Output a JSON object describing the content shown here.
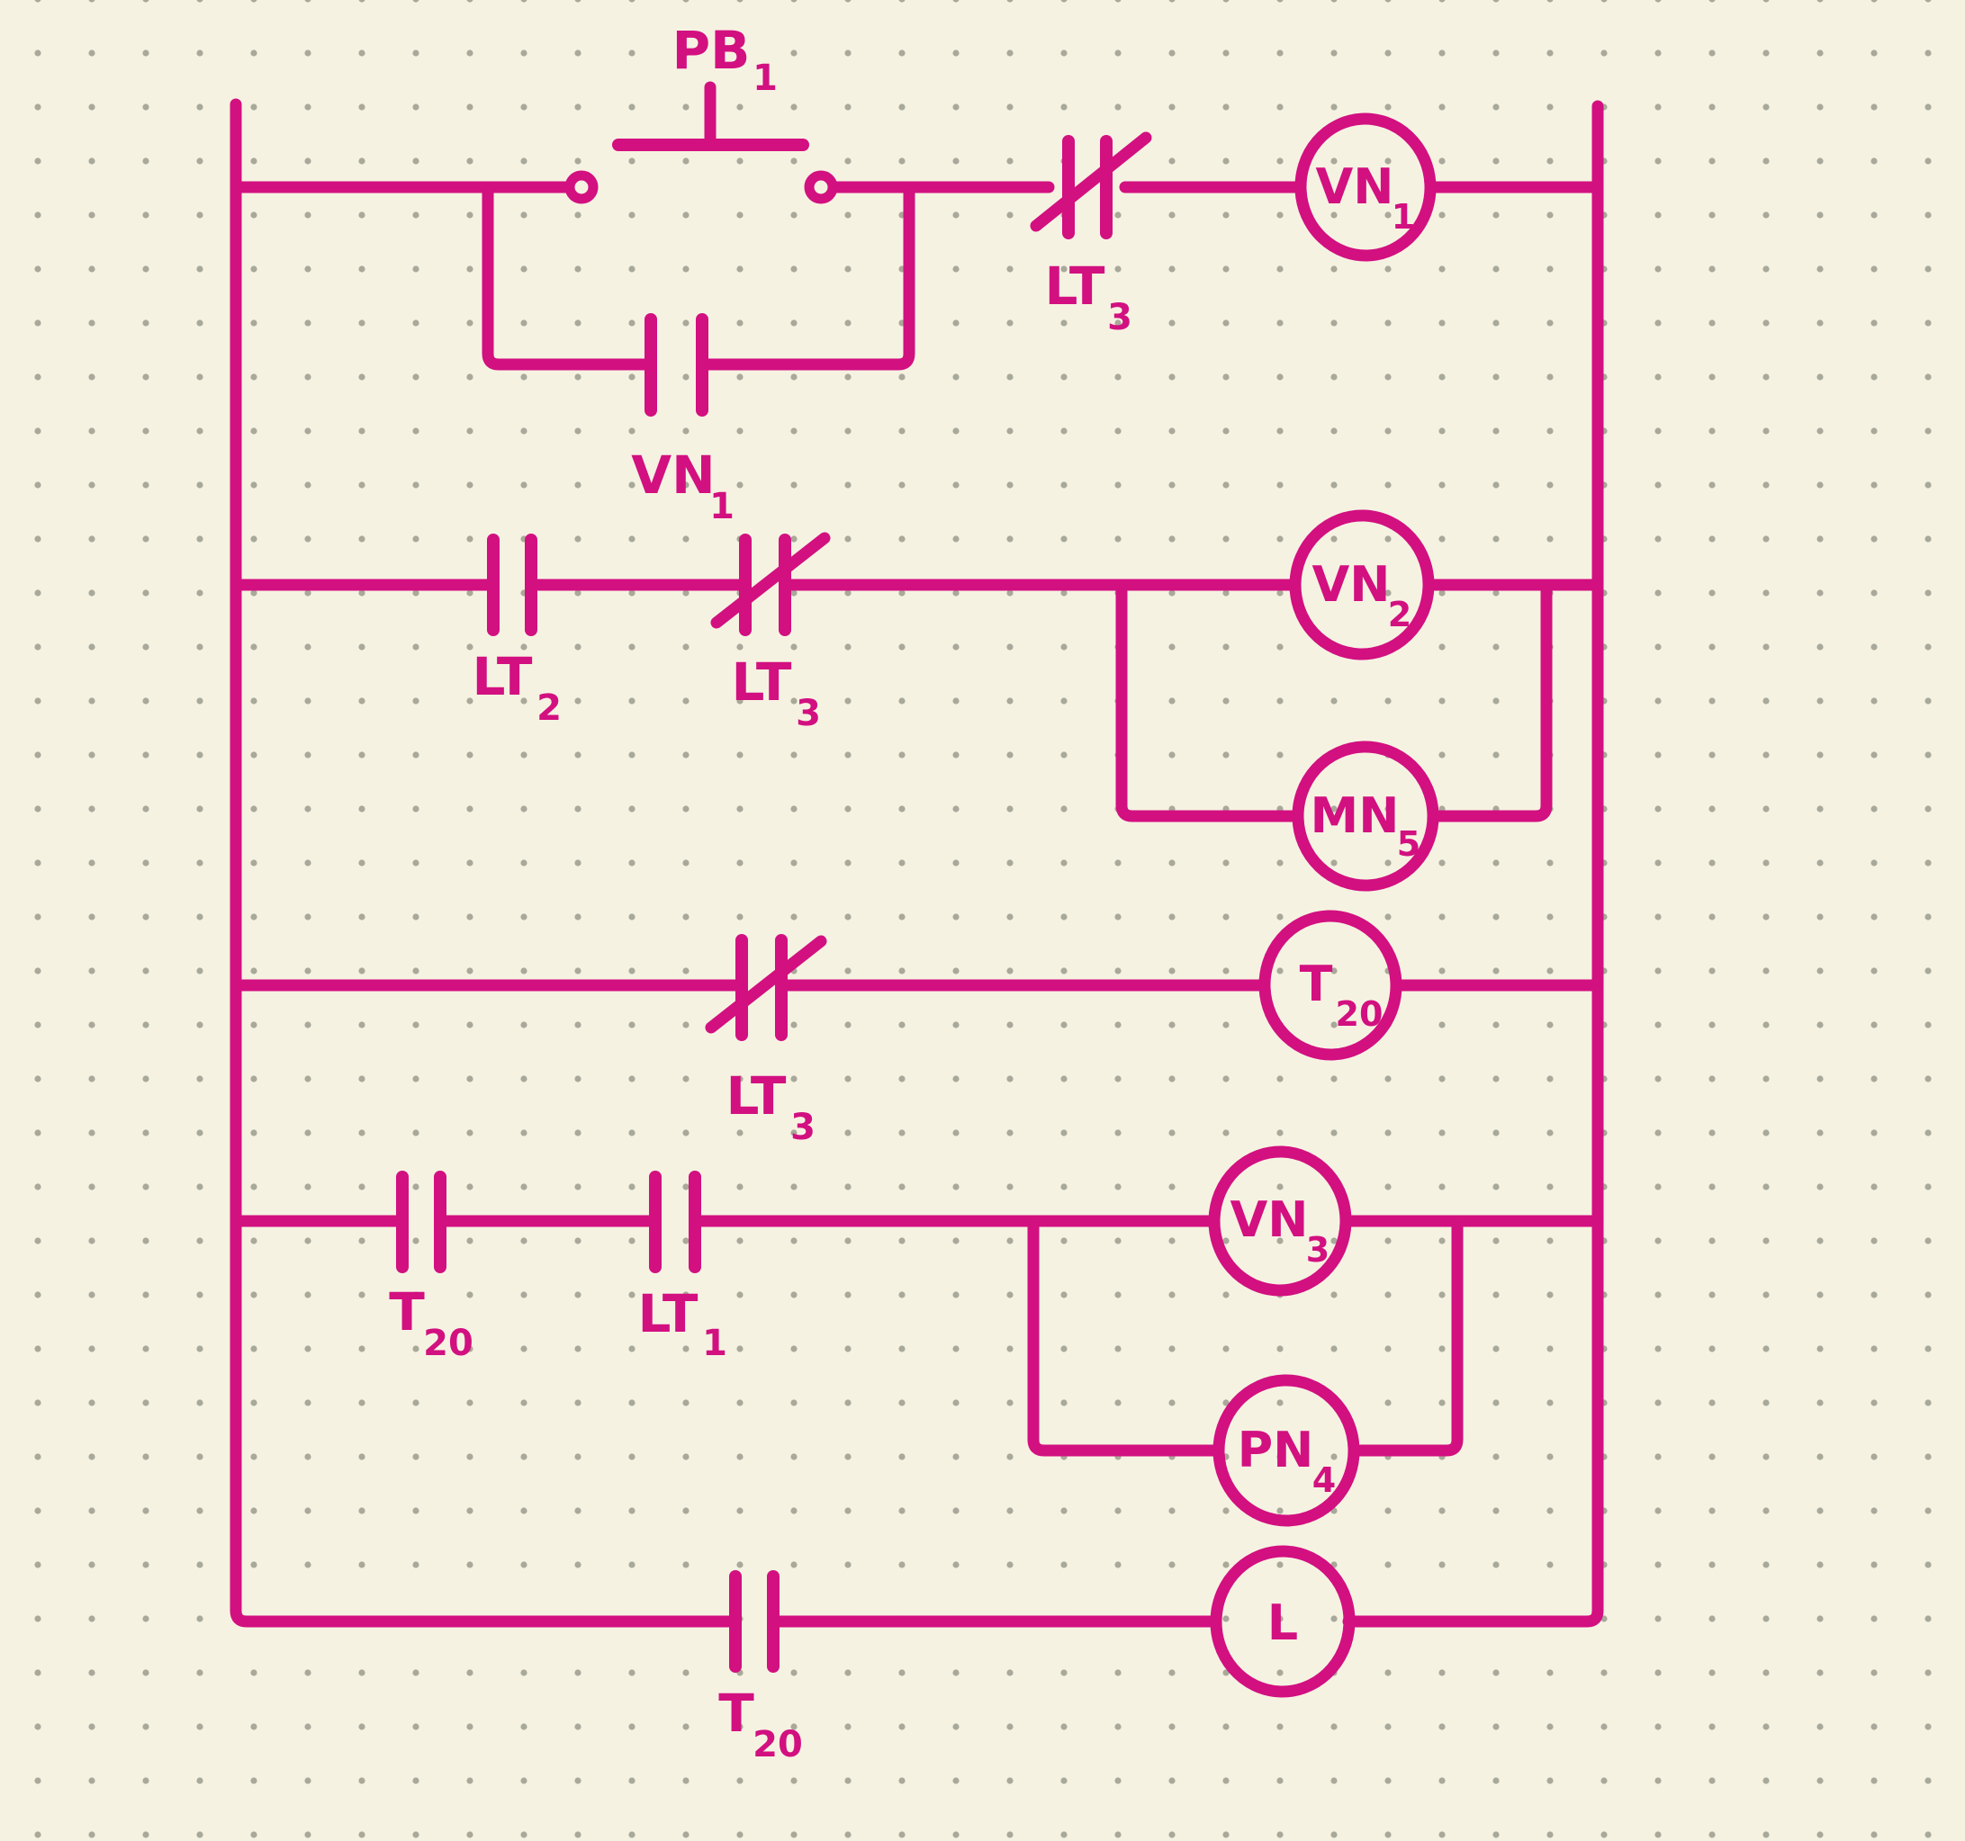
{
  "diagram": {
    "type": "ladder-logic-diagram",
    "style": "hand-drawn",
    "colors": {
      "background": "#f6f2e2",
      "grid_dot": "#a9a99b",
      "ink": "#d21080"
    },
    "rungs": [
      {
        "elements": [
          {
            "kind": "pushbutton-no-momentary",
            "name": "PB1",
            "label": {
              "main": "PB",
              "sub": "1"
            }
          },
          {
            "kind": "contact-nc",
            "name": "LT3",
            "label": {
              "main": "LT",
              "sub": "3"
            }
          },
          {
            "kind": "coil",
            "name": "VN1",
            "label": {
              "main": "VN",
              "sub": "1"
            }
          }
        ],
        "parallel": [
          {
            "kind": "contact-no",
            "name": "VN1",
            "label": {
              "main": "VN",
              "sub": "1"
            }
          }
        ]
      },
      {
        "elements": [
          {
            "kind": "contact-no",
            "name": "LT2",
            "label": {
              "main": "LT",
              "sub": "2"
            }
          },
          {
            "kind": "contact-nc",
            "name": "LT3",
            "label": {
              "main": "LT",
              "sub": "3"
            }
          },
          {
            "kind": "coil",
            "name": "VN2",
            "label": {
              "main": "VN",
              "sub": "2"
            }
          }
        ],
        "parallel": [
          {
            "kind": "coil",
            "name": "MN5",
            "label": {
              "main": "MN",
              "sub": "5"
            }
          }
        ]
      },
      {
        "elements": [
          {
            "kind": "contact-nc",
            "name": "LT3",
            "label": {
              "main": "LT",
              "sub": "3"
            }
          },
          {
            "kind": "coil-timer",
            "name": "T20",
            "label": {
              "main": "T",
              "sub": "20"
            }
          }
        ],
        "parallel": []
      },
      {
        "elements": [
          {
            "kind": "contact-no",
            "name": "T20",
            "label": {
              "main": "T",
              "sub": "20"
            }
          },
          {
            "kind": "contact-no",
            "name": "LT1",
            "label": {
              "main": "LT",
              "sub": "1"
            }
          },
          {
            "kind": "coil",
            "name": "VN3",
            "label": {
              "main": "VN",
              "sub": "3"
            }
          }
        ],
        "parallel": [
          {
            "kind": "coil",
            "name": "PN4",
            "label": {
              "main": "PN",
              "sub": "4"
            }
          }
        ]
      },
      {
        "elements": [
          {
            "kind": "contact-no",
            "name": "T20",
            "label": {
              "main": "T",
              "sub": "20"
            }
          },
          {
            "kind": "coil",
            "name": "L",
            "label": {
              "main": "L",
              "sub": ""
            }
          }
        ],
        "parallel": []
      }
    ]
  }
}
